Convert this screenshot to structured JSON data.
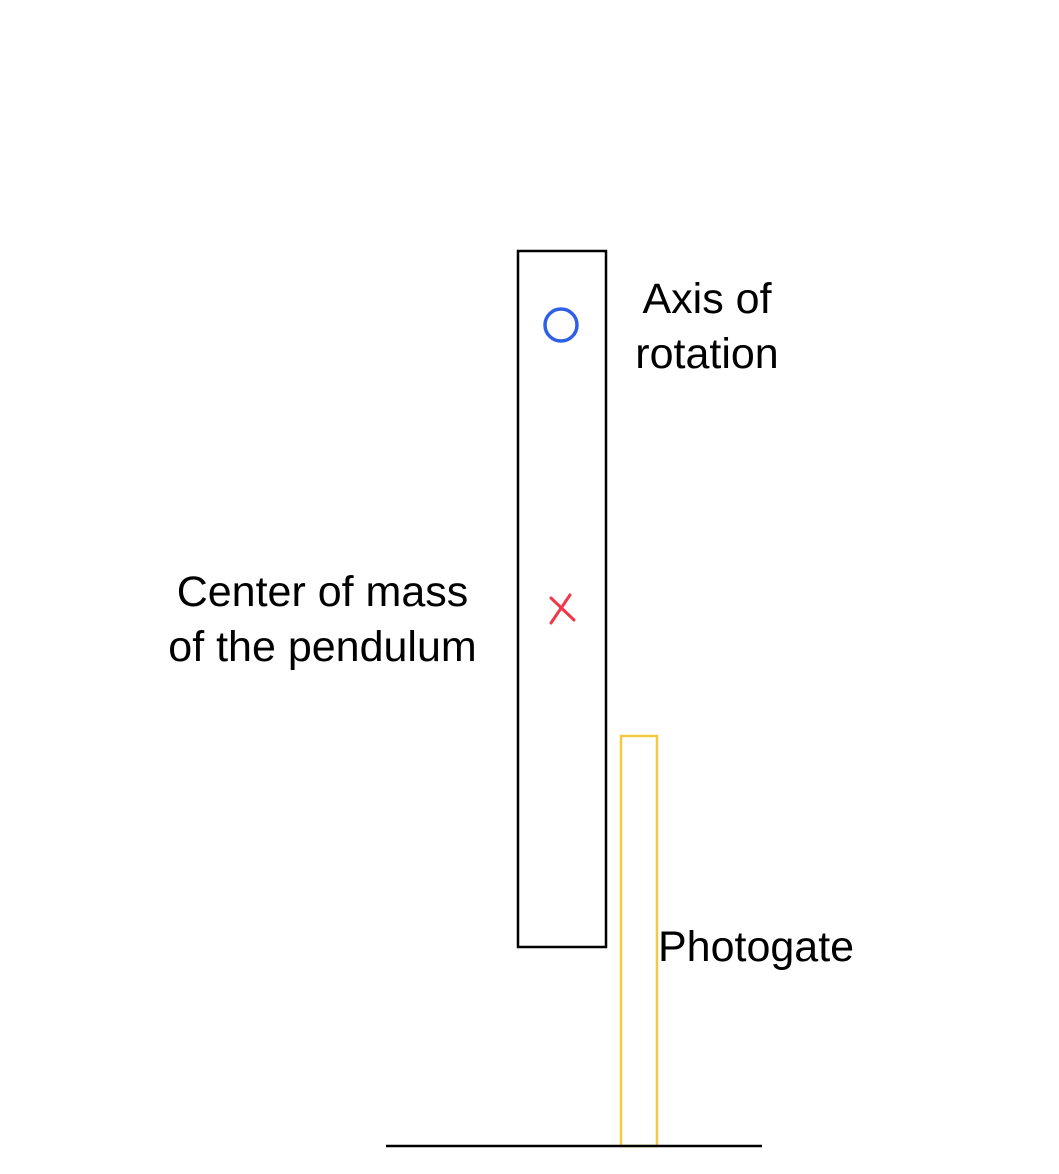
{
  "labels": {
    "axis_of_rotation": [
      "Axis of",
      "rotation"
    ],
    "center_of_mass": [
      "Center of mass",
      "of the pendulum"
    ],
    "photogate": "Photogate"
  },
  "colors": {
    "pendulum_outline": "#000000",
    "axis_marker": "#2f5fe6",
    "center_of_mass_marker": "#f0384a",
    "photogate_outline": "#f5c842",
    "ground_line": "#000000"
  },
  "icons": {
    "axis_marker": "circle",
    "center_of_mass_marker": "x-mark"
  }
}
